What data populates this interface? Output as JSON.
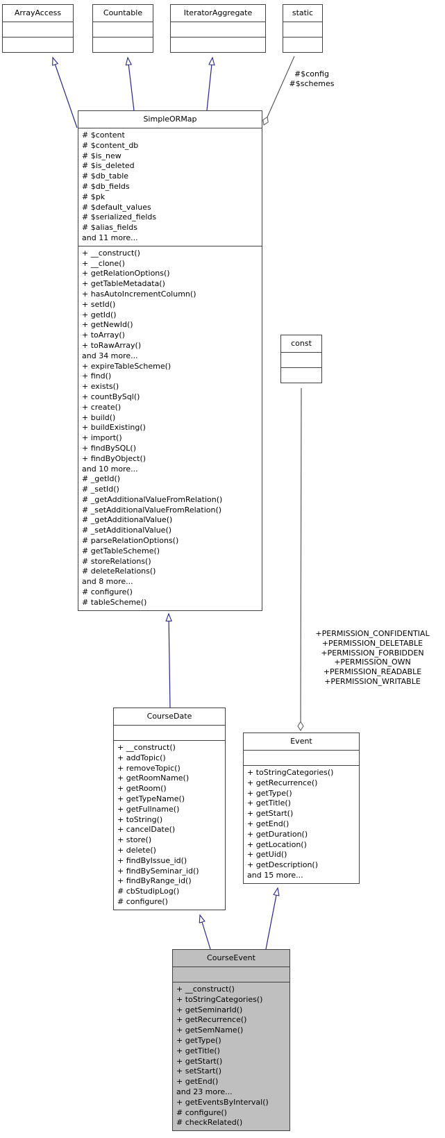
{
  "classes": {
    "arrayaccess": {
      "name": "ArrayAccess"
    },
    "countable": {
      "name": "Countable"
    },
    "iteratoraggregate": {
      "name": "IteratorAggregate"
    },
    "static": {
      "name": "static"
    },
    "const": {
      "name": "const"
    },
    "simpleormap": {
      "name": "SimpleORMap",
      "attributes": [
        "# $content",
        "# $content_db",
        "# $is_new",
        "# $is_deleted",
        "# $db_table",
        "# $db_fields",
        "# $pk",
        "# $default_values",
        "# $serialized_fields",
        "# $alias_fields",
        "and 11 more..."
      ],
      "methods": [
        "+ __construct()",
        "+ __clone()",
        "+ getRelationOptions()",
        "+ getTableMetadata()",
        "+ hasAutoIncrementColumn()",
        "+ setId()",
        "+ getId()",
        "+ getNewId()",
        "+ toArray()",
        "+ toRawArray()",
        "and 34 more...",
        "+ expireTableScheme()",
        "+ find()",
        "+ exists()",
        "+ countBySql()",
        "+ create()",
        "+ build()",
        "+ buildExisting()",
        "+ import()",
        "+ findBySQL()",
        "+ findByObject()",
        "and 10 more...",
        "# _getId()",
        "# _setId()",
        "# _getAdditionalValueFromRelation()",
        "# _setAdditionalValueFromRelation()",
        "# _getAdditionalValue()",
        "# _setAdditionalValue()",
        "# parseRelationOptions()",
        "# getTableScheme()",
        "# storeRelations()",
        "# deleteRelations()",
        "and 8 more...",
        "# configure()",
        "# tableScheme()"
      ]
    },
    "coursedate": {
      "name": "CourseDate",
      "methods": [
        "+ __construct()",
        "+ addTopic()",
        "+ removeTopic()",
        "+ getRoomName()",
        "+ getRoom()",
        "+ getTypeName()",
        "+ getFullname()",
        "+ toString()",
        "+ cancelDate()",
        "+ store()",
        "+ delete()",
        "+ findByIssue_id()",
        "+ findBySeminar_id()",
        "+ findByRange_id()",
        "# cbStudipLog()",
        "# configure()"
      ]
    },
    "event": {
      "name": "Event",
      "methods": [
        "+ toStringCategories()",
        "+ getRecurrence()",
        "+ getType()",
        "+ getTitle()",
        "+ getStart()",
        "+ getEnd()",
        "+ getDuration()",
        "+ getLocation()",
        "+ getUid()",
        "+ getDescription()",
        "and 15 more..."
      ]
    },
    "courseevent": {
      "name": "CourseEvent",
      "methods": [
        "+ __construct()",
        "+ toStringCategories()",
        "+ getSeminarId()",
        "+ getRecurrence()",
        "+ getSemName()",
        "+ getType()",
        "+ getTitle()",
        "+ getStart()",
        "+ setStart()",
        "+ getEnd()",
        "and 23 more...",
        "+ getEventsByInterval()",
        "# configure()",
        "# checkRelated()"
      ]
    }
  },
  "edge_labels": {
    "static_usage": [
      "#$config",
      "#$schemes"
    ],
    "const_usage": [
      "+PERMISSION_CONFIDENTIAL",
      "+PERMISSION_DELETABLE",
      "+PERMISSION_FORBIDDEN",
      "+PERMISSION_OWN",
      "+PERMISSION_READABLE",
      "+PERMISSION_WRITABLE"
    ]
  },
  "colors": {
    "inheritance_edge": "#24248f",
    "usage_edge": "#5a5a5a",
    "node_border": "#3f3f3f",
    "highlight_fill": "#bfbfbf",
    "node_fill": "#ffffff"
  }
}
